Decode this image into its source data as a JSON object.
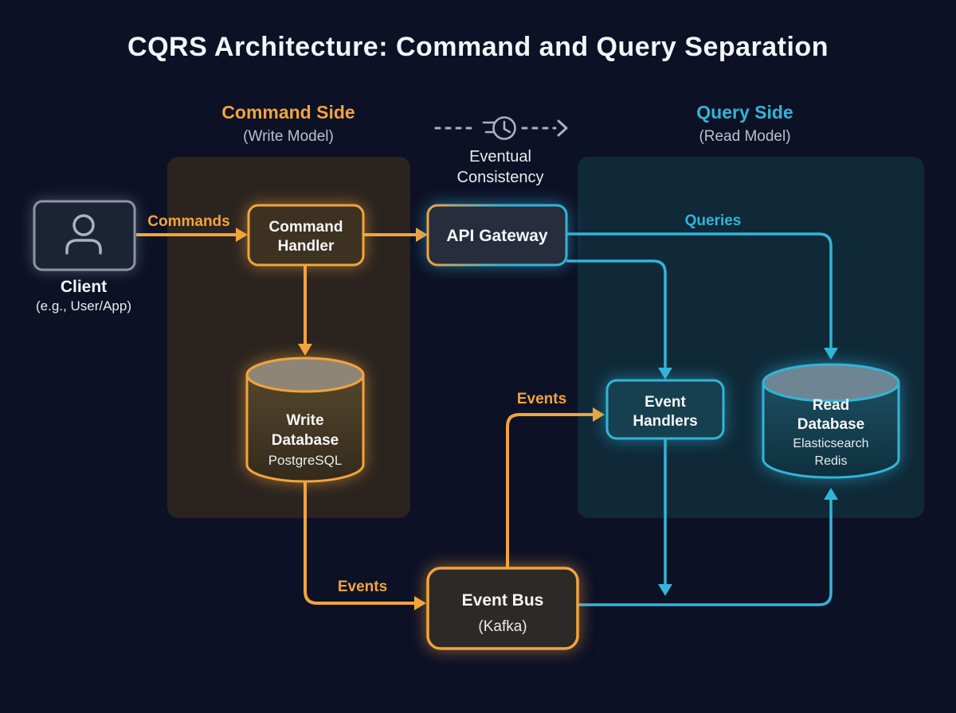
{
  "title": "CQRS Architecture: Command and Query Separation",
  "colors": {
    "background": "#0d1126",
    "orange": "#f2a43c",
    "cyan": "#31b5d8",
    "text_white": "#f5f6f8",
    "text_muted": "#b9c1cd",
    "text_soft": "#e8ebf0",
    "icon_gray": "#a9b2c0",
    "command_panel": "#2a231f",
    "query_panel": "#0f2938",
    "client_fill": "#1c2335",
    "client_border": "#8b94a4",
    "command_handler_fill": "#3d3222",
    "api_gateway_fill": "#272d3d",
    "event_handlers_fill": "#16404f",
    "event_bus_fill": "#2d2926",
    "write_db_top": "#8e8577",
    "write_db_body_top": "#55462c",
    "write_db_body_bottom": "#342a1b",
    "read_db_top": "#6e8693",
    "read_db_body_top": "#1c4f60",
    "read_db_body_bottom": "#0e2f3e"
  },
  "sides": {
    "command": {
      "label": "Command Side",
      "sublabel": "(Write Model)"
    },
    "query": {
      "label": "Query Side",
      "sublabel": "(Read Model)"
    }
  },
  "eventual_consistency": {
    "line1": "Eventual",
    "line2": "Consistency",
    "icon": "clock-icon"
  },
  "client": {
    "label": "Client",
    "sublabel": "(e.g., User/App)",
    "icon": "person-icon"
  },
  "nodes": {
    "command_handler": {
      "line1": "Command",
      "line2": "Handler"
    },
    "api_gateway": {
      "label": "API Gateway"
    },
    "write_database": {
      "line1": "Write",
      "line2": "Database",
      "sublabel": "PostgreSQL"
    },
    "event_handlers": {
      "line1": "Event",
      "line2": "Handlers"
    },
    "read_database": {
      "line1": "Read",
      "line2": "Database",
      "sublabel1": "Elasticsearch",
      "sublabel2": "Redis"
    },
    "event_bus": {
      "label": "Event Bus",
      "sublabel": "(Kafka)"
    }
  },
  "edge_labels": {
    "commands": "Commands",
    "queries": "Queries",
    "events_to_handlers": "Events",
    "events_to_bus": "Events"
  }
}
